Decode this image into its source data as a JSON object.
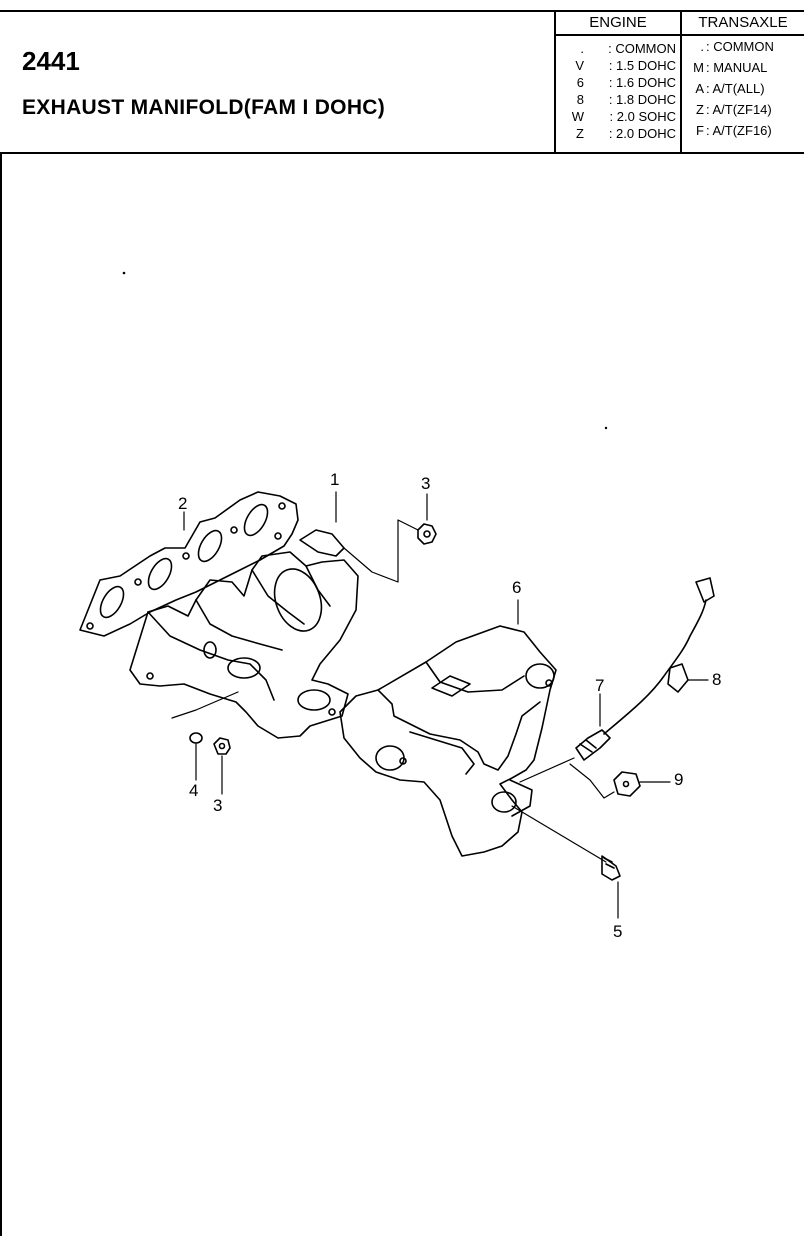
{
  "header": {
    "part_number": "2441",
    "title": "EXHAUST MANIFOLD(FAM I DOHC)"
  },
  "engine_table": {
    "heading": "ENGINE",
    "rows": [
      {
        "code": ".",
        "desc": ": COMMON"
      },
      {
        "code": "V",
        "desc": ": 1.5 DOHC"
      },
      {
        "code": "6",
        "desc": ": 1.6 DOHC"
      },
      {
        "code": "8",
        "desc": ": 1.8 DOHC"
      },
      {
        "code": "W",
        "desc": ": 2.0 SOHC"
      },
      {
        "code": "Z",
        "desc": ": 2.0 DOHC"
      }
    ]
  },
  "transaxle_table": {
    "heading": "TRANSAXLE",
    "rows": [
      {
        "code": ".",
        "desc": ": COMMON"
      },
      {
        "code": "M",
        "desc": ": MANUAL"
      },
      {
        "code": "A",
        "desc": ": A/T(ALL)"
      },
      {
        "code": "Z",
        "desc": ": A/T(ZF14)"
      },
      {
        "code": "F",
        "desc": ": A/T(ZF16)"
      }
    ]
  },
  "callouts": [
    "1",
    "2",
    "3",
    "3",
    "4",
    "5",
    "6",
    "7",
    "8",
    "9"
  ]
}
